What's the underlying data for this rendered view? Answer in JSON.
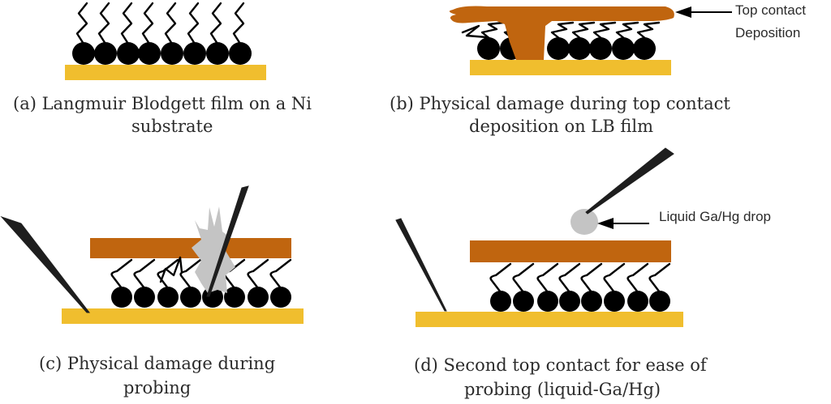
{
  "colors": {
    "substrate": "#f0be2e",
    "top_contact": "#c0650f",
    "head_group": "#000000",
    "damage": "#c4c4c4",
    "drop": "#c4c4c4",
    "probe": "#1e1e1e"
  },
  "panels": [
    {
      "id": "a",
      "caption_line1": "(a)  Langmuir Blodgett film on a Ni",
      "caption_line2": "substrate",
      "molecule_count": 8,
      "has_top_contact": false
    },
    {
      "id": "b",
      "caption_line1": "(b) Physical damage during top contact",
      "caption_line2": "deposition on LB film",
      "molecule_count": 7,
      "has_top_contact": true,
      "annotation_line1": "Top contact",
      "annotation_line2": "Deposition"
    },
    {
      "id": "c",
      "caption_line1": "(c) Physical damage during",
      "caption_line2": "probing",
      "molecule_count": 8,
      "has_top_contact": true
    },
    {
      "id": "d",
      "caption_line1": "(d)  Second top contact for ease of",
      "caption_line2": "probing (liquid-Ga/Hg)",
      "molecule_count": 8,
      "has_top_contact": true,
      "annotation": "Liquid Ga/Hg drop"
    }
  ]
}
